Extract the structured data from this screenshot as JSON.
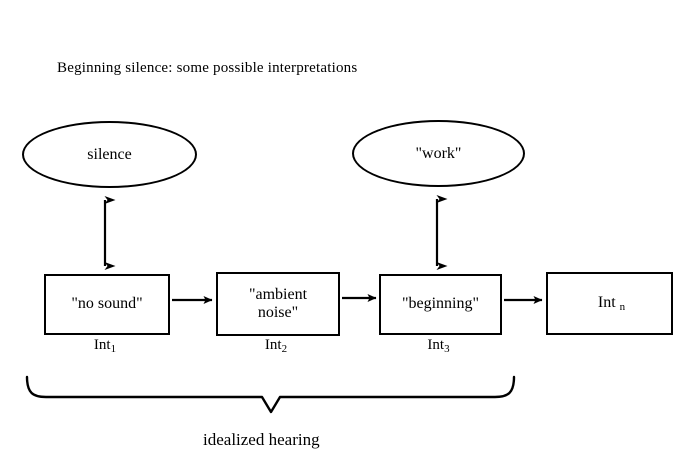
{
  "figure": {
    "title": "Beginning silence: some possible interpretations",
    "caption": "idealized hearing",
    "stroke_color": "#000000",
    "background_color": "#ffffff"
  },
  "ellipses": [
    {
      "id": "silence",
      "text": "silence"
    },
    {
      "id": "work",
      "text": "\"work\""
    }
  ],
  "boxes": [
    {
      "id": "int1",
      "text": "\"no sound\"",
      "label": "Int",
      "label_sub": "1"
    },
    {
      "id": "int2",
      "text": "\"ambient noise\"",
      "line1": "\"ambient",
      "line2": "noise\"",
      "label": "Int",
      "label_sub": "2"
    },
    {
      "id": "int3",
      "text": "\"beginning\"",
      "label": "Int",
      "label_sub": "3"
    },
    {
      "id": "intn",
      "text": "Int",
      "text_sub": "n",
      "label": "",
      "label_sub": ""
    }
  ],
  "connectors": {
    "horizontal_arrows": 3,
    "vertical_double_arrows": 2,
    "brace_label": "idealized hearing"
  }
}
